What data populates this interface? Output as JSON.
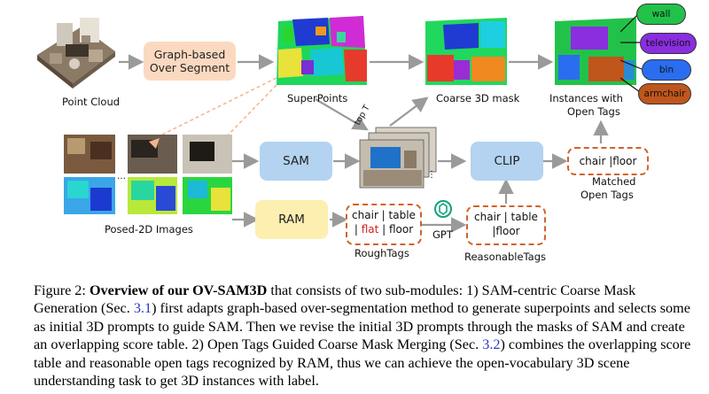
{
  "diagram": {
    "labels": {
      "point_cloud": "Point Cloud",
      "superpoints": "SuperPoints",
      "coarse_mask": "Coarse 3D mask",
      "instances_line1": "Instances with",
      "instances_line2": "Open Tags",
      "posed_images": "Posed-2D Images",
      "rough_tags": "RoughTags",
      "reasonable_tags": "ReasonableTags",
      "matched_line1": "Matched",
      "matched_line2": "Open Tags",
      "top_t": "top T",
      "gpt": "GPT"
    },
    "modules": {
      "graph_line1": "Graph-based",
      "graph_line2": "Over Segment",
      "sam": "SAM",
      "ram": "RAM",
      "clip": "CLIP"
    },
    "rough_tags_box": {
      "line1": "chair | table",
      "sep1": "| ",
      "flat": "flat",
      "line2_rest": " | floor"
    },
    "reasonable_tags_box": {
      "line1": "chair | table",
      "line2": "|floor"
    },
    "matched_tags_box": "chair |floor",
    "instance_tags": [
      {
        "label": "wall",
        "color": "#22c24a"
      },
      {
        "label": "television",
        "color": "#8a2ee0"
      },
      {
        "label": "bin",
        "color": "#2a6df0"
      },
      {
        "label": "armchair",
        "color": "#c0561c"
      }
    ],
    "colors": {
      "graph_box": "#fbd9c0",
      "sam_box": "#b3d3f0",
      "clip_box": "#b3d3f0",
      "ram_box": "#fcefb0",
      "dashed_border": "#d0622a",
      "arrow": "#9a9a9a"
    }
  },
  "caption": {
    "fig_label": "Figure 2: ",
    "title": "Overview of our OV-SAM3D",
    "part1": " that consists of two sub-modules: 1) SAM-centric Coarse Mask Generation (Sec. ",
    "ref1": "3.1",
    "part2": ") first adapts graph-based over-segmentation method to generate superpoints and selects some as initial 3D prompts to guide SAM. Then we revise the initial 3D prompts through the masks of SAM and create an overlapping score table. 2) Open Tags Guided Coarse Mask Merging (Sec. ",
    "ref2": "3.2",
    "part3": ") combines the overlapping score table and reasonable open tags recognized by RAM, thus we can achieve the open-vocabulary 3D scene understanding task to get 3D instances with label."
  }
}
